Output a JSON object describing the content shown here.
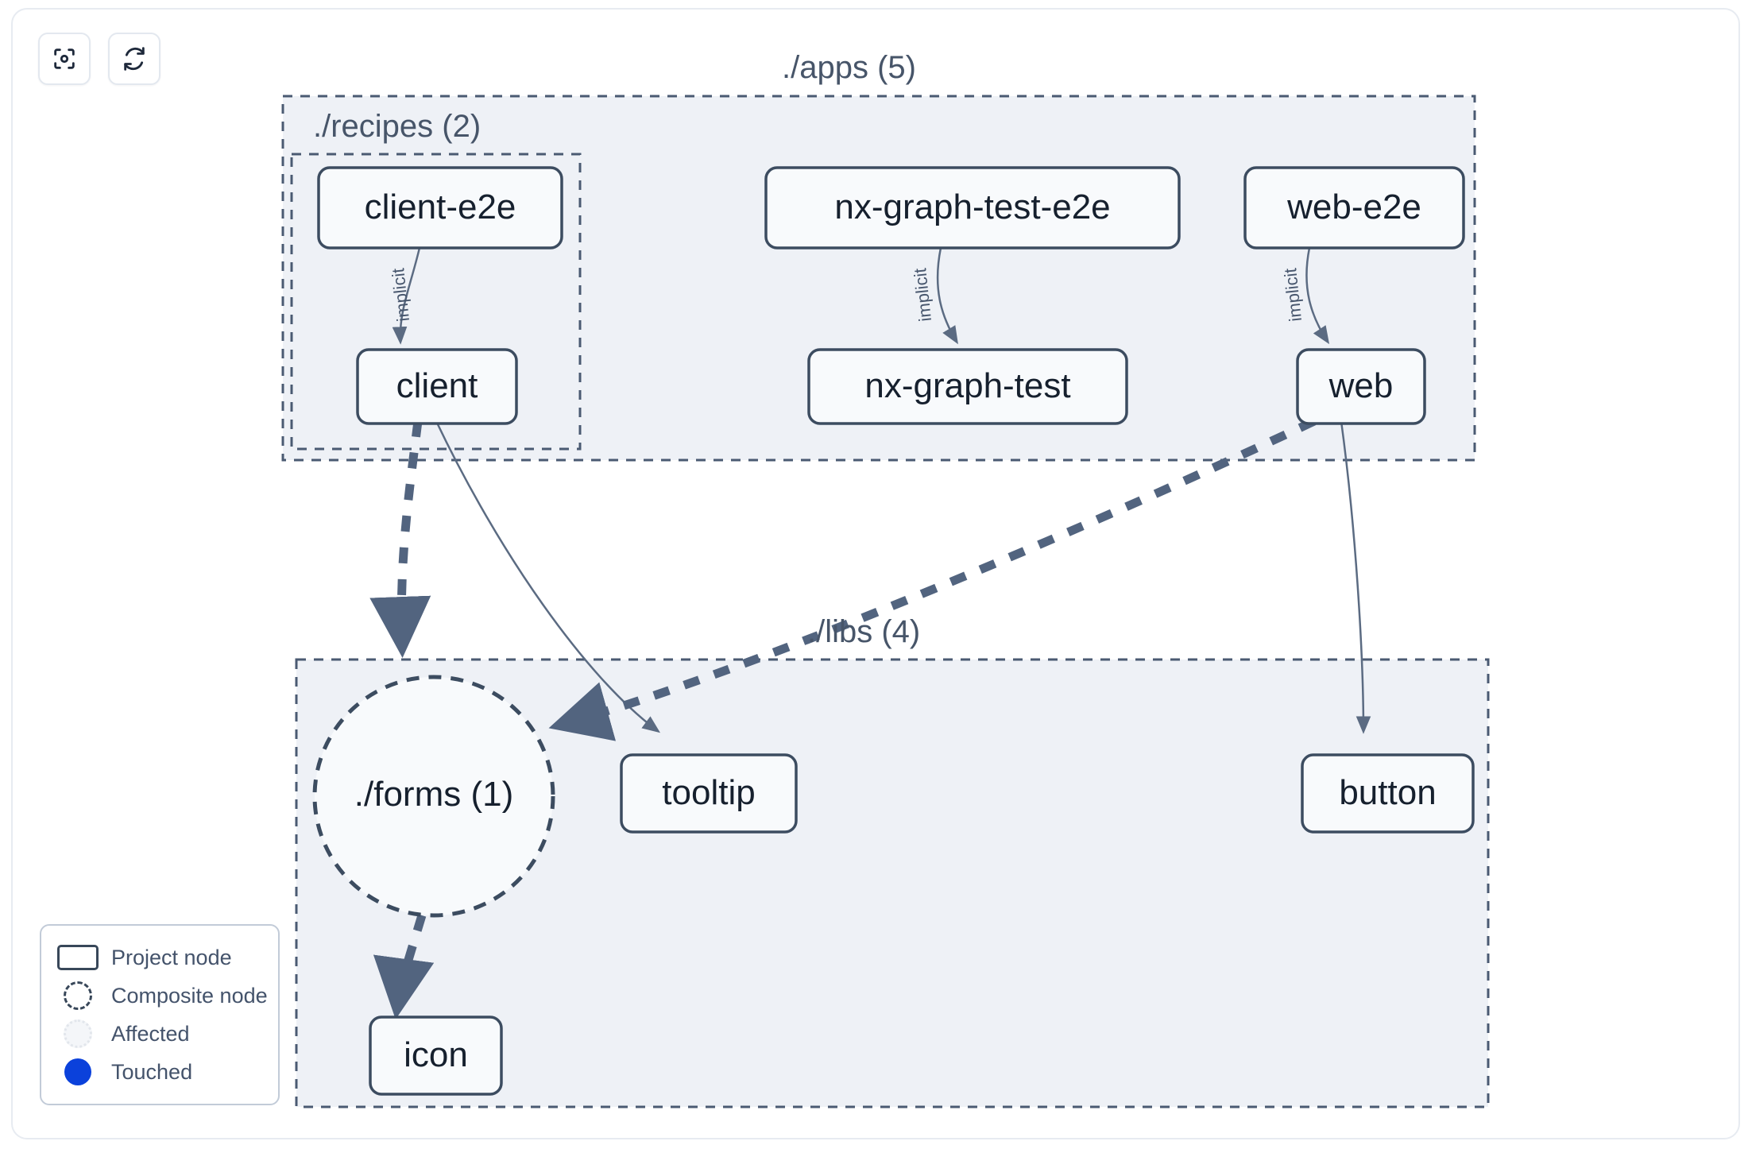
{
  "toolbar": {
    "buttons": [
      {
        "name": "focus-graph-button",
        "icon": "focus-target-icon",
        "title": "Focus graph"
      },
      {
        "name": "refresh-graph-button",
        "icon": "refresh-icon",
        "title": "Refresh graph"
      }
    ]
  },
  "graph": {
    "groups": [
      {
        "id": "apps",
        "label": "./apps (5)",
        "count": 5
      },
      {
        "id": "recipes",
        "label": "./recipes (2)",
        "count": 2
      },
      {
        "id": "libs",
        "label": "./libs (4)",
        "count": 4
      }
    ],
    "composites": [
      {
        "id": "forms",
        "label": "./forms (1)",
        "count": 1
      }
    ],
    "nodes": [
      {
        "id": "client-e2e",
        "label": "client-e2e",
        "group": "recipes"
      },
      {
        "id": "nx-graph-test-e2e",
        "label": "nx-graph-test-e2e",
        "group": "apps"
      },
      {
        "id": "web-e2e",
        "label": "web-e2e",
        "group": "apps"
      },
      {
        "id": "client",
        "label": "client",
        "group": "recipes"
      },
      {
        "id": "nx-graph-test",
        "label": "nx-graph-test",
        "group": "apps"
      },
      {
        "id": "web",
        "label": "web",
        "group": "apps"
      },
      {
        "id": "tooltip",
        "label": "tooltip",
        "group": "libs"
      },
      {
        "id": "button",
        "label": "button",
        "group": "libs"
      },
      {
        "id": "icon",
        "label": "icon",
        "group": "libs"
      }
    ],
    "edges": [
      {
        "from": "client-e2e",
        "to": "client",
        "label": "implicit",
        "style": "solid"
      },
      {
        "from": "nx-graph-test-e2e",
        "to": "nx-graph-test",
        "label": "implicit",
        "style": "solid"
      },
      {
        "from": "web-e2e",
        "to": "web",
        "label": "implicit",
        "style": "solid"
      },
      {
        "from": "client",
        "to": "forms",
        "label": "",
        "style": "dashed"
      },
      {
        "from": "client",
        "to": "tooltip",
        "label": "",
        "style": "solid"
      },
      {
        "from": "web",
        "to": "forms",
        "label": "",
        "style": "dashed"
      },
      {
        "from": "web",
        "to": "button",
        "label": "",
        "style": "solid"
      },
      {
        "from": "forms",
        "to": "icon",
        "label": "",
        "style": "dashed"
      }
    ]
  },
  "legend": {
    "items": [
      {
        "key": "project-node",
        "label": "Project node"
      },
      {
        "key": "composite-node",
        "label": "Composite node"
      },
      {
        "key": "affected",
        "label": "Affected"
      },
      {
        "key": "touched",
        "label": "Touched"
      }
    ]
  },
  "colors": {
    "group_fill": "#eef1f6",
    "group_border": "#4a5a72",
    "node_fill": "#f8fafc",
    "node_border": "#3c4c60",
    "node_text": "#16202e",
    "edge": "#52647f",
    "edge_thin": "#5b6b82",
    "touched": "#0b41db",
    "canvas_border": "#e7ebf1"
  }
}
